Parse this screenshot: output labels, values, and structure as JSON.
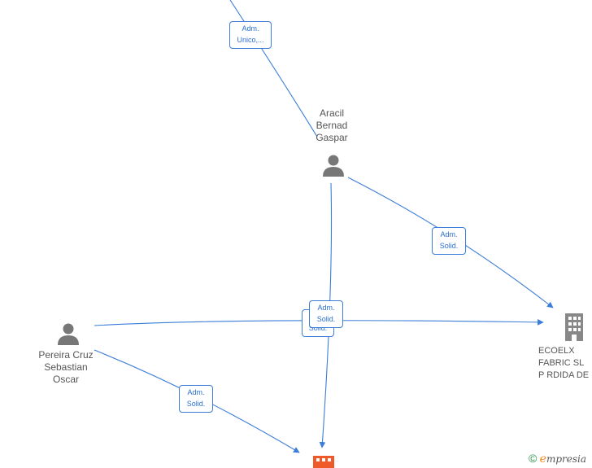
{
  "colors": {
    "edge": "#3b7dd8",
    "person": "#777777",
    "company_gray": "#888888",
    "company_focus": "#ef5a2a"
  },
  "nodes": {
    "aracil": {
      "label": "Aracil\nBernad\nGaspar",
      "icon": "person-icon"
    },
    "pereira": {
      "label": "Pereira Cruz\nSebastian\nOscar",
      "icon": "person-icon"
    },
    "ecoelx": {
      "label": "ECOELX\nFABRIC SL\nP RDIDA DE",
      "icon": "building-icon"
    },
    "focus_company": {
      "label": "",
      "icon": "building-icon"
    }
  },
  "edges": {
    "top_to_aracil": "Adm.\nUnico,...",
    "aracil_to_ecoelx": "Adm.\nSolid.",
    "aracil_to_focus": "Adm.\nSolid.",
    "pereira_to_ecoelx": "Adm.\nSolid.",
    "pereira_to_focus": "Adm.\nSolid."
  },
  "brand": {
    "copyright": "©",
    "e": "e",
    "rest": "mpresia"
  }
}
